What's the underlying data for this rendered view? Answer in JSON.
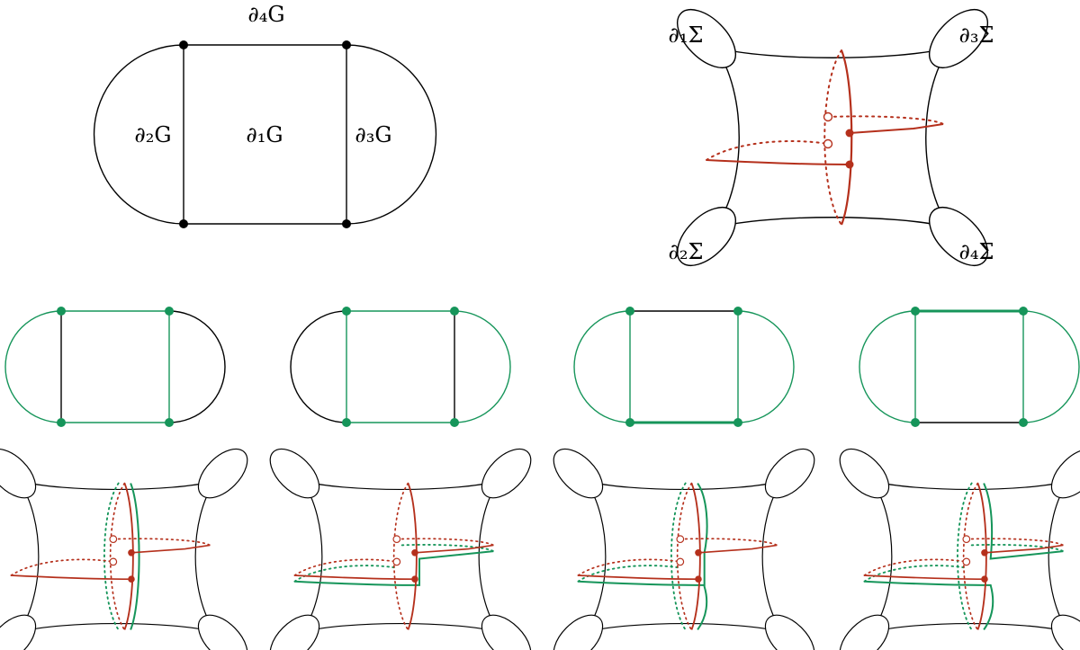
{
  "graph_labels": {
    "d1": "∂₁G",
    "d2": "∂₂G",
    "d3": "∂₃G",
    "d4": "∂₄G"
  },
  "surface_labels": {
    "s1": "∂₁Σ",
    "s2": "∂₂Σ",
    "s3": "∂₃Σ",
    "s4": "∂₄Σ"
  },
  "colors": {
    "black": "#000000",
    "red": "#b5301c",
    "green": "#16955a"
  }
}
